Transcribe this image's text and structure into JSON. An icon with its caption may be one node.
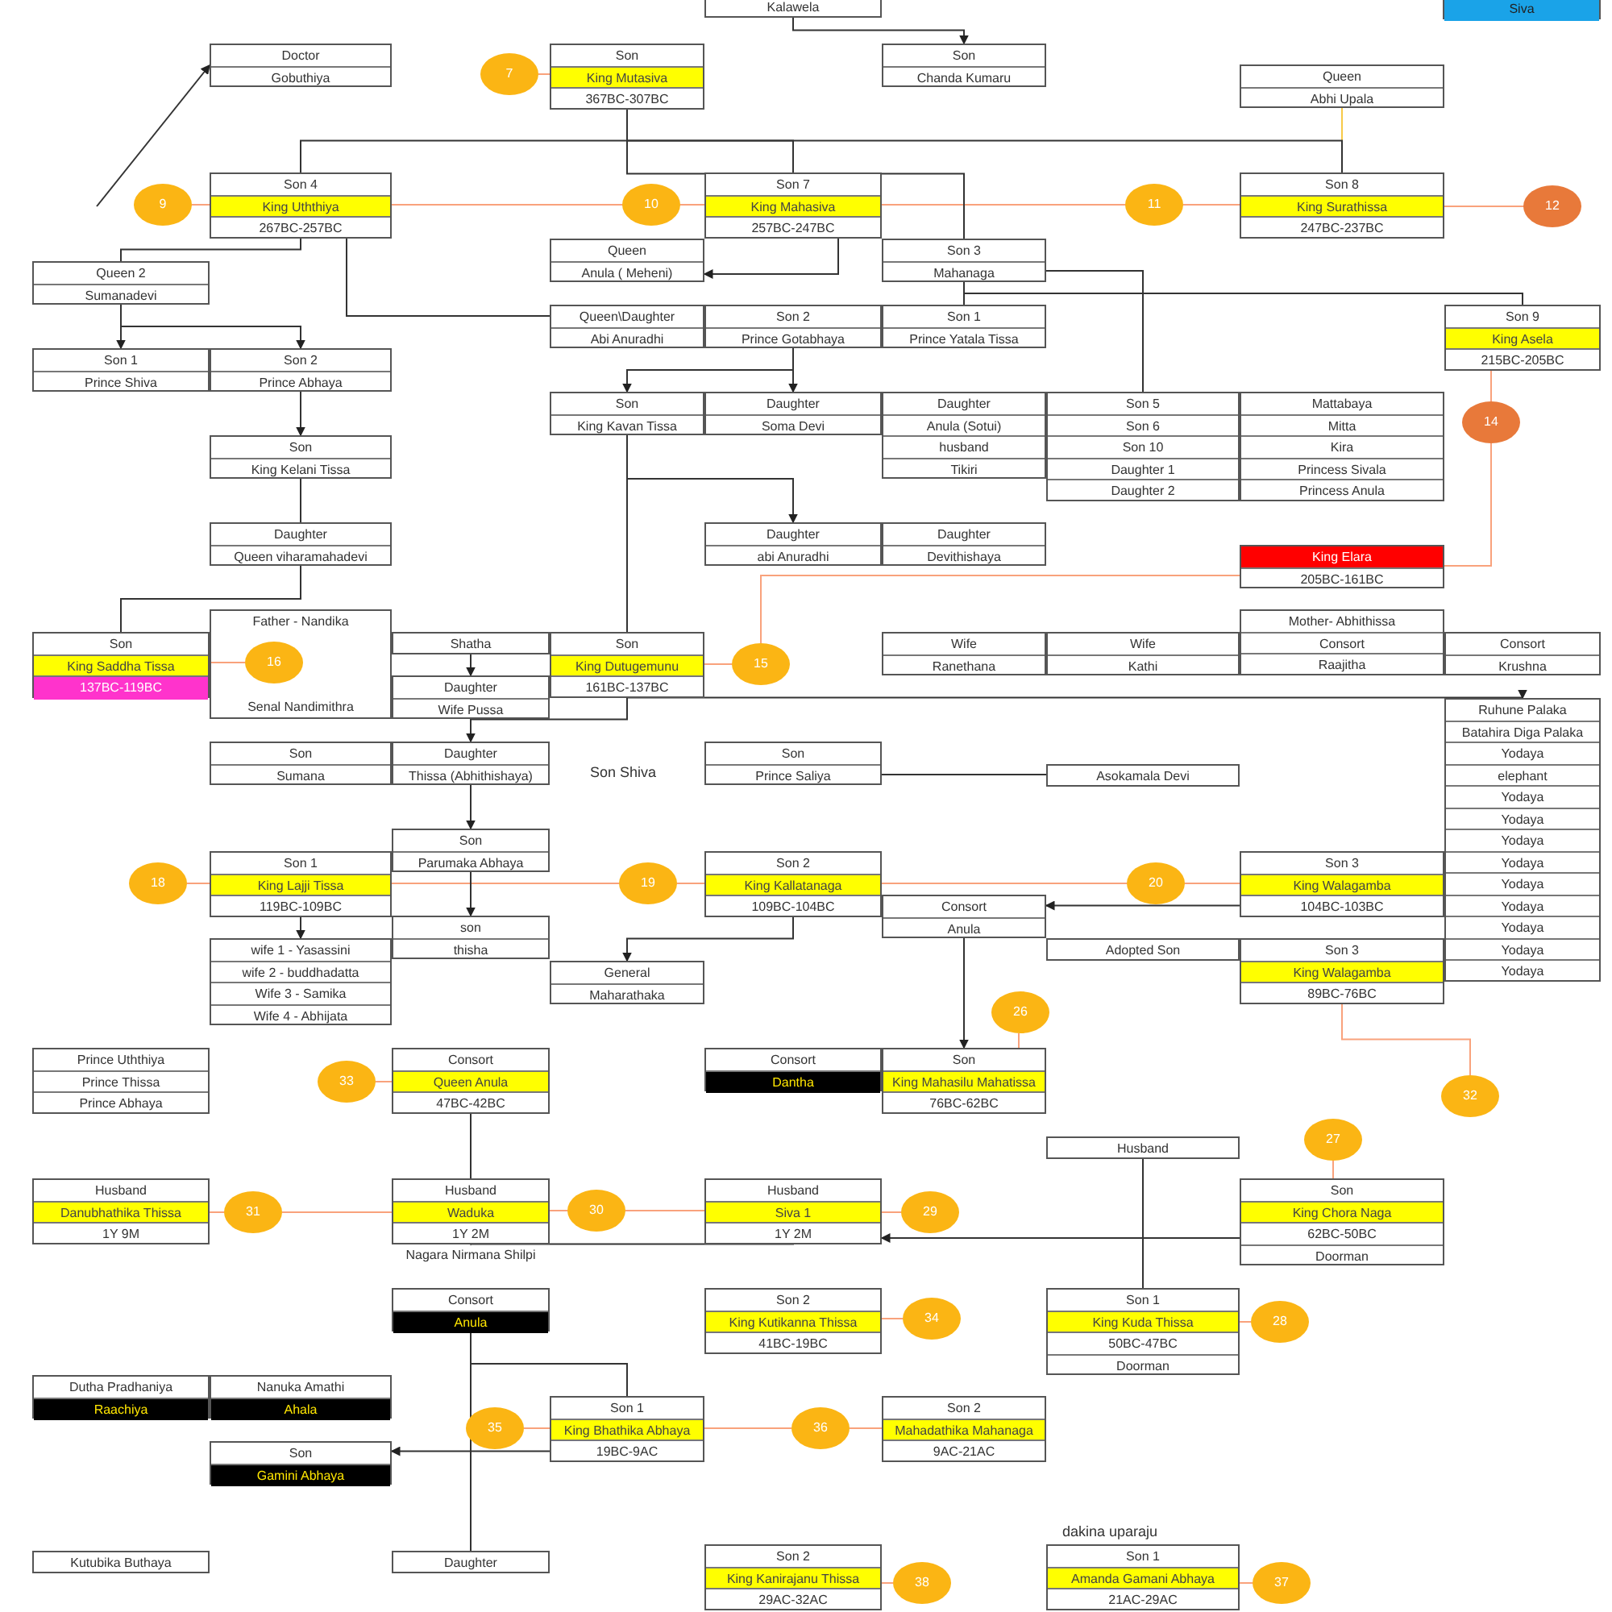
{
  "diagram": {
    "nodes": [
      {
        "text": [
          "Kalawela"
        ]
      },
      {
        "text": [
          "Siva"
        ]
      },
      {
        "text": [
          "Doctor",
          "Gobuthiya"
        ]
      },
      {
        "text": [
          "Son",
          "King Mutasiva",
          "367BC-307BC"
        ]
      },
      {
        "text": [
          "Son",
          "Chanda Kumaru"
        ]
      },
      {
        "text": [
          "Queen",
          "Abhi Upala"
        ]
      },
      {
        "text": [
          "Son 4",
          "King Uththiya",
          "267BC-257BC"
        ]
      },
      {
        "text": [
          "Son 7",
          "King Mahasiva",
          "257BC-247BC"
        ]
      },
      {
        "text": [
          "Son 8",
          "King Surathissa",
          "247BC-237BC"
        ]
      },
      {
        "text": [
          "Queen 2",
          "Sumanadevi"
        ]
      },
      {
        "text": [
          "Queen",
          "Anula ( Meheni)"
        ]
      },
      {
        "text": [
          "Son 3",
          "Mahanaga"
        ]
      },
      {
        "text": [
          "Queen\\Daughter",
          "Abi Anuradhi"
        ]
      },
      {
        "text": [
          "Son 2",
          "Prince Gotabhaya"
        ]
      },
      {
        "text": [
          "Son 1",
          "Prince Yatala Tissa"
        ]
      },
      {
        "text": [
          "Son 9",
          "King Asela",
          "215BC-205BC"
        ]
      },
      {
        "text": [
          "Son 1",
          "Prince Shiva"
        ]
      },
      {
        "text": [
          "Son 2",
          "Prince Abhaya"
        ]
      },
      {
        "text": [
          "Son",
          "King Kavan Tissa"
        ]
      },
      {
        "text": [
          "Daughter",
          "Soma Devi"
        ]
      },
      {
        "text": [
          "Daughter",
          "Anula (Sotui)",
          "husband",
          "Tikiri"
        ]
      },
      {
        "text": [
          "Son 5",
          "Son 6",
          "Son 10",
          "Daughter 1",
          "Daughter 2"
        ]
      },
      {
        "text": [
          "Mattabaya",
          "Mitta",
          "Kira",
          "Princess Sivala",
          "Princess Anula"
        ]
      },
      {
        "text": [
          "Son",
          "King Kelani Tissa"
        ]
      },
      {
        "text": [
          "Daughter",
          "Queen viharamahadevi"
        ]
      },
      {
        "text": [
          "Daughter",
          "abi Anuradhi"
        ]
      },
      {
        "text": [
          "Daughter",
          "Devithishaya"
        ]
      },
      {
        "text": [
          "King Elara",
          "205BC-161BC"
        ]
      },
      {
        "text": [
          "Mother- Abhithissa",
          "Consort",
          "Raajitha"
        ]
      },
      {
        "text": [
          "Wife",
          "Ranethana"
        ]
      },
      {
        "text": [
          "Wife",
          "Kathi"
        ]
      },
      {
        "text": [
          "Consort",
          "Krushna"
        ]
      },
      {
        "text": [
          "Son",
          "King Saddha Tissa",
          "137BC-119BC"
        ]
      },
      {
        "text": [
          "Father - Nandika",
          "Senal Nandimithra"
        ]
      },
      {
        "text": [
          "Shatha"
        ]
      },
      {
        "text": [
          "Daughter",
          "Wife Pussa"
        ]
      },
      {
        "text": [
          "Son",
          "King Dutugemunu",
          "161BC-137BC"
        ]
      },
      {
        "text": [
          "Son",
          "Sumana"
        ]
      },
      {
        "text": [
          "Daughter",
          "Thissa (Abhithishaya)"
        ]
      },
      {
        "text": [
          "Son",
          "Prince Saliya"
        ]
      },
      {
        "text": [
          "Asokamala Devi"
        ]
      },
      {
        "text": [
          "Ruhune Palaka",
          "Batahira Diga Palaka",
          "Yodaya",
          "elephant",
          "Yodaya",
          "Yodaya",
          "Yodaya",
          "Yodaya",
          "Yodaya",
          "Yodaya",
          "Yodaya",
          "Yodaya",
          "Yodaya"
        ]
      },
      {
        "text": [
          "Son",
          "Parumaka Abhaya"
        ]
      },
      {
        "text": [
          "Son 1",
          "King Lajji Tissa",
          "119BC-109BC"
        ]
      },
      {
        "text": [
          "Son 2",
          "King Kallatanaga",
          "109BC-104BC"
        ]
      },
      {
        "text": [
          "Son 3",
          "King Walagamba",
          "104BC-103BC"
        ]
      },
      {
        "text": [
          "son",
          "thisha"
        ]
      },
      {
        "text": [
          "wife 1 - Yasassini",
          "wife 2 - buddhadatta",
          "Wife 3 - Samika",
          "Wife 4 - Abhijata"
        ]
      },
      {
        "text": [
          "Consort",
          "Anula"
        ]
      },
      {
        "text": [
          "Adopted Son"
        ]
      },
      {
        "text": [
          "General",
          "Maharathaka"
        ]
      },
      {
        "text": [
          "Son 3",
          "King Walagamba",
          "89BC-76BC"
        ]
      },
      {
        "text": [
          "Prince Uththiya",
          "Prince Thissa",
          "Prince Abhaya"
        ]
      },
      {
        "text": [
          "Consort",
          "Queen Anula",
          "47BC-42BC"
        ]
      },
      {
        "text": [
          "Consort",
          "Dantha"
        ]
      },
      {
        "text": [
          "Son",
          "King Mahasilu Mahatissa",
          "76BC-62BC"
        ]
      },
      {
        "text": [
          "Husband"
        ]
      },
      {
        "text": [
          "Husband",
          "Danubhathika Thissa",
          "1Y 9M"
        ]
      },
      {
        "text": [
          "Husband",
          "Waduka",
          "1Y 2M"
        ]
      },
      {
        "text": [
          "Husband",
          "Siva 1",
          "1Y 2M"
        ]
      },
      {
        "text": [
          "Son",
          "King Chora Naga",
          "62BC-50BC",
          "Doorman"
        ]
      },
      {
        "text": [
          "Nagara Nirmana Shilpi"
        ]
      },
      {
        "text": [
          "Consort",
          "Anula"
        ]
      },
      {
        "text": [
          "Son 2",
          "King Kutikanna Thissa",
          "41BC-19BC"
        ]
      },
      {
        "text": [
          "Son 1",
          "King Kuda Thissa",
          "50BC-47BC",
          "Doorman"
        ]
      },
      {
        "text": [
          "Dutha Pradhaniya",
          "Raachiya"
        ]
      },
      {
        "text": [
          "Nanuka Amathi",
          "Ahala"
        ]
      },
      {
        "text": [
          "Son",
          "Gamini Abhaya"
        ]
      },
      {
        "text": [
          "Son 1",
          "King Bhathika Abhaya",
          "19BC-9AC"
        ]
      },
      {
        "text": [
          "Son 2",
          "Mahadathika Mahanaga",
          "9AC-21AC"
        ]
      },
      {
        "text": [
          "Kutubika Buthaya"
        ]
      },
      {
        "text": [
          "Daughter"
        ]
      },
      {
        "text": [
          "Son 2",
          "King Kanirajanu Thissa",
          "29AC-32AC"
        ]
      },
      {
        "text": [
          "Son 1",
          "Amanda Gamani Abhaya",
          "21AC-29AC"
        ],
        "beside": [
          "dakina uparaju"
        ]
      },
      {
        "text": [
          "7"
        ]
      },
      {
        "text": [
          "9"
        ]
      },
      {
        "text": [
          "10"
        ]
      },
      {
        "text": [
          "11"
        ]
      },
      {
        "text": [
          "12"
        ]
      },
      {
        "text": [
          "14"
        ]
      },
      {
        "text": [
          "16"
        ],
        "in": 33
      },
      {
        "text": [
          "15"
        ]
      },
      {
        "text": [
          "18"
        ]
      },
      {
        "text": [
          "19"
        ]
      },
      {
        "text": [
          "20"
        ]
      },
      {
        "text": [
          "26"
        ]
      },
      {
        "text": [
          "32"
        ]
      },
      {
        "text": [
          "27"
        ]
      },
      {
        "text": [
          "33"
        ]
      },
      {
        "text": [
          "31"
        ]
      },
      {
        "text": [
          "30"
        ]
      },
      {
        "text": [
          "29"
        ]
      },
      {
        "text": [
          "34"
        ]
      },
      {
        "text": [
          "28"
        ]
      },
      {
        "text": [
          "35"
        ]
      },
      {
        "text": [
          "36"
        ]
      },
      {
        "text": [
          "38"
        ]
      },
      {
        "text": [
          "37"
        ]
      }
    ],
    "edges": [
      {
        "from": 74,
        "to": 3,
        "arrow": "none",
        "color": "#f9a27c"
      },
      {
        "from": 6,
        "to": 76,
        "arrow": "none",
        "color": "#f9a27c"
      },
      {
        "from": 76,
        "to": 7,
        "arrow": "none",
        "color": "#f9a27c"
      },
      {
        "from": 75,
        "to": 6,
        "arrow": "none",
        "color": "#f9a27c"
      },
      {
        "from": 7,
        "to": 77,
        "arrow": "none",
        "color": "#f9a27c"
      },
      {
        "from": 77,
        "to": 8,
        "arrow": "none",
        "color": "#f9a27c"
      },
      {
        "from": 8,
        "to": 78,
        "arrow": "none",
        "color": "#f9a27c"
      },
      {
        "from": 15,
        "to": 79,
        "arrow": "none",
        "color": "#f9a27c"
      },
      {
        "from": 79,
        "to": 27,
        "arrow": "none",
        "color": "#f9a27c"
      },
      {
        "from": 27,
        "to": 81,
        "arrow": "none",
        "color": "#f9a27c"
      },
      {
        "from": 81,
        "to": 36,
        "arrow": "none",
        "color": "#f9a27c"
      },
      {
        "from": 80,
        "to": 32,
        "arrow": "none",
        "color": "#f9a27c"
      },
      {
        "from": 82,
        "to": 43,
        "arrow": "none",
        "color": "#f9a27c"
      },
      {
        "from": 43,
        "to": 83,
        "arrow": "none",
        "color": "#f9a27c"
      },
      {
        "from": 83,
        "to": 44,
        "arrow": "none",
        "color": "#f9a27c"
      },
      {
        "from": 44,
        "to": 84,
        "arrow": "none",
        "color": "#f9a27c"
      },
      {
        "from": 84,
        "to": 45,
        "arrow": "none",
        "color": "#f9a27c"
      },
      {
        "from": 85,
        "to": 55,
        "arrow": "none",
        "color": "#f9a27c"
      },
      {
        "from": 86,
        "to": 51,
        "arrow": "none",
        "color": "#f9a27c"
      },
      {
        "from": 87,
        "to": 60,
        "arrow": "none",
        "color": "#f9a27c"
      },
      {
        "from": 88,
        "to": 53,
        "arrow": "none",
        "color": "#f9a27c"
      },
      {
        "from": 89,
        "to": 57,
        "arrow": "none",
        "color": "#f9a27c"
      },
      {
        "from": 58,
        "to": 89,
        "arrow": "none",
        "color": "#f9a27c"
      },
      {
        "from": 90,
        "to": 58,
        "arrow": "none",
        "color": "#f9a27c"
      },
      {
        "from": 59,
        "to": 90,
        "arrow": "none",
        "color": "#f9a27c"
      },
      {
        "from": 91,
        "to": 59,
        "arrow": "none",
        "color": "#f9a27c"
      },
      {
        "from": 92,
        "to": 63,
        "arrow": "none",
        "color": "#f9a27c"
      },
      {
        "from": 93,
        "to": 64,
        "arrow": "none",
        "color": "#f9a27c"
      },
      {
        "from": 94,
        "to": 68,
        "arrow": "none",
        "color": "#f9a27c"
      },
      {
        "from": 68,
        "to": 95,
        "arrow": "none",
        "color": "#f9a27c"
      },
      {
        "from": 95,
        "to": 69,
        "arrow": "none",
        "color": "#f9a27c"
      },
      {
        "from": 96,
        "to": 72,
        "arrow": "none",
        "color": "#f9a27c"
      },
      {
        "from": 97,
        "to": 73,
        "arrow": "none",
        "color": "#f9a27c"
      },
      {
        "from": 5,
        "to": 8,
        "arrow": "none",
        "color": "#f7c948"
      },
      {
        "from": 0,
        "to": 4,
        "arrow": "to"
      },
      {
        "from": 3,
        "to": 6,
        "arrow": "none"
      },
      {
        "from": 3,
        "to": 7,
        "arrow": "none"
      },
      {
        "from": 3,
        "to": 8,
        "arrow": "none"
      },
      {
        "from": 3,
        "to": 11,
        "arrow": "none"
      },
      {
        "from": 6,
        "to": 9,
        "arrow": "none"
      },
      {
        "from": 6,
        "to": 12,
        "arrow": "none"
      },
      {
        "from": 9,
        "to": 16,
        "arrow": "to"
      },
      {
        "from": 9,
        "to": 17,
        "arrow": "to"
      },
      {
        "from": 17,
        "to": 23,
        "arrow": "to"
      },
      {
        "from": 23,
        "to": 24,
        "arrow": "none"
      },
      {
        "from": 7,
        "to": 10,
        "arrow": "to"
      },
      {
        "from": 11,
        "to": 14,
        "arrow": "none"
      },
      {
        "from": 13,
        "to": 18,
        "arrow": "to"
      },
      {
        "from": 13,
        "to": 19,
        "arrow": "to"
      },
      {
        "from": 11,
        "to": 15,
        "arrow": "none"
      },
      {
        "from": 11,
        "to": 21,
        "arrow": "none"
      },
      {
        "from": 18,
        "to": 25,
        "arrow": "to"
      },
      {
        "from": 18,
        "to": 36,
        "arrow": "none"
      },
      {
        "from": 24,
        "to": 32,
        "arrow": "none"
      },
      {
        "from": 34,
        "to": 35,
        "arrow": "to"
      },
      {
        "from": 36,
        "to": 38,
        "arrow": "to"
      },
      {
        "from": 36,
        "to": 41,
        "arrow": "to"
      },
      {
        "from": 39,
        "to": 40,
        "arrow": "none"
      },
      {
        "from": 38,
        "to": 42,
        "arrow": "to"
      },
      {
        "from": 42,
        "to": 46,
        "arrow": "to"
      },
      {
        "from": 43,
        "to": 47,
        "arrow": "to"
      },
      {
        "from": 45,
        "to": 48,
        "arrow": "to"
      },
      {
        "from": 44,
        "to": 50,
        "arrow": "to"
      },
      {
        "from": 48,
        "to": 55,
        "arrow": "to"
      },
      {
        "from": 53,
        "to": 58,
        "arrow": "none"
      },
      {
        "from": 59,
        "to": 61,
        "arrow": "to"
      },
      {
        "from": 60,
        "to": 59,
        "arrow": "to"
      },
      {
        "from": 56,
        "to": 64,
        "arrow": "none"
      },
      {
        "from": 62,
        "to": 68,
        "arrow": "none"
      },
      {
        "from": 68,
        "to": 67,
        "arrow": "to"
      },
      {
        "from": 62,
        "to": 71,
        "arrow": "none"
      },
      {
        "from": null,
        "to": 2,
        "arrow": "to"
      }
    ],
    "labels": [
      "Son Shiva"
    ]
  }
}
